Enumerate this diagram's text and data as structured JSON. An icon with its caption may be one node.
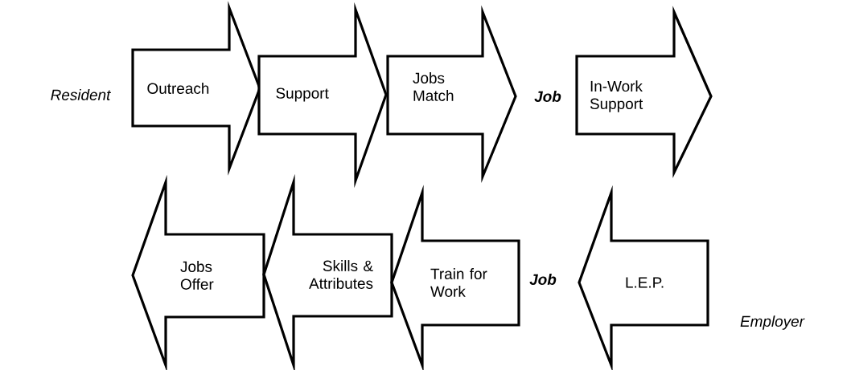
{
  "diagram": {
    "nodes": [
      {
        "text": [
          "Outreach"
        ]
      },
      {
        "text": [
          "Support"
        ]
      },
      {
        "text": [
          "Jobs Match"
        ]
      },
      {
        "text": [
          "In-Work Support"
        ]
      },
      {
        "text": [
          "Jobs Offer"
        ]
      },
      {
        "text": [
          "Skills & Attributes"
        ]
      },
      {
        "text": [
          "Train for Work"
        ]
      },
      {
        "text": [
          "L.E.P."
        ]
      }
    ],
    "labels": [
      "Resident",
      "Job",
      "Job",
      "Employer"
    ]
  }
}
